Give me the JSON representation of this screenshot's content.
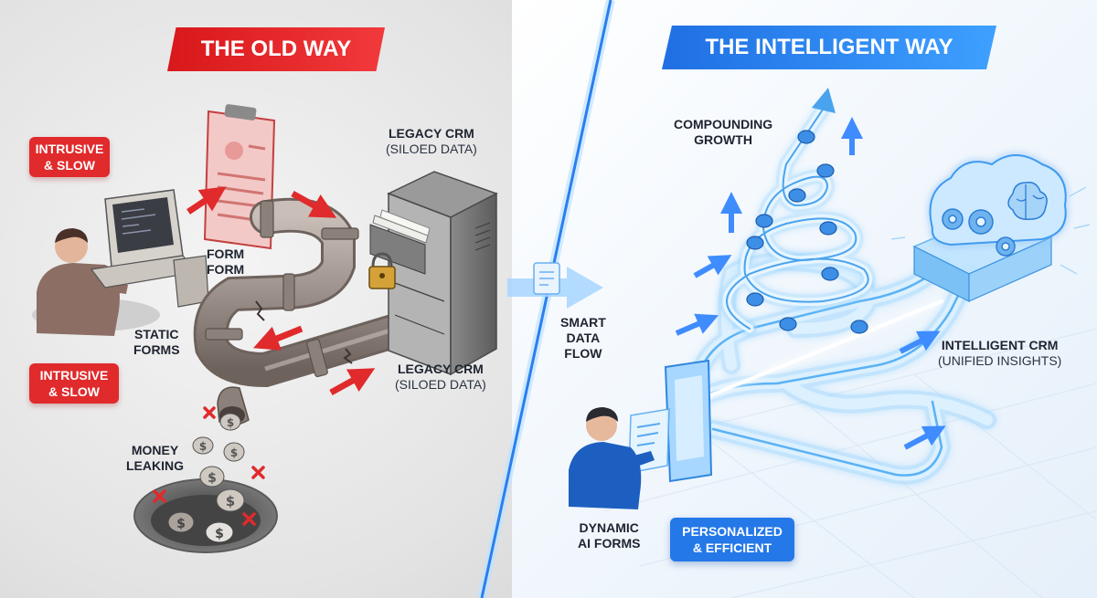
{
  "left_panel": {
    "banner": "THE OLD WAY",
    "tag_top": [
      "INTRUSIVE",
      "& SLOW"
    ],
    "tag_bottom": [
      "INTRUSIVE",
      "& SLOW"
    ],
    "form_label": [
      "FORM",
      "FORM"
    ],
    "static_forms": [
      "STATIC",
      "FORMS"
    ],
    "legacy_crm_top": {
      "title": "LEGACY CRM",
      "sub": "(SILOED DATA)"
    },
    "legacy_crm_bottom": {
      "title": "LEGACY CRM",
      "sub": "(SILOED DATA)"
    },
    "money_leaking": [
      "MONEY",
      "LEAKING"
    ]
  },
  "center": {
    "smart_data_flow": [
      "SMART",
      "DATA",
      "FLOW"
    ]
  },
  "right_panel": {
    "banner": "THE INTELLIGENT WAY",
    "compounding_growth": [
      "COMPOUNDING",
      "GROWTH"
    ],
    "intelligent_crm": {
      "title": "INTELLIGENT CRM",
      "sub": "(UNIFIED INSIGHTS)"
    },
    "dynamic_forms": [
      "DYNAMIC",
      "AI FORMS"
    ],
    "tag": [
      "PERSONALIZED",
      "& EFFICIENT"
    ]
  },
  "colors": {
    "old_red": "#e02a2c",
    "new_blue": "#2478e8",
    "pipe_gray": "#9a8e88",
    "glow_blue": "#8fd0ff"
  },
  "icons": [
    "computer-icon",
    "clipboard-icon",
    "server-cabinet-icon",
    "padlock-icon",
    "coin-icon",
    "tablet-icon",
    "cloud-brain-icon",
    "gear-icon"
  ]
}
